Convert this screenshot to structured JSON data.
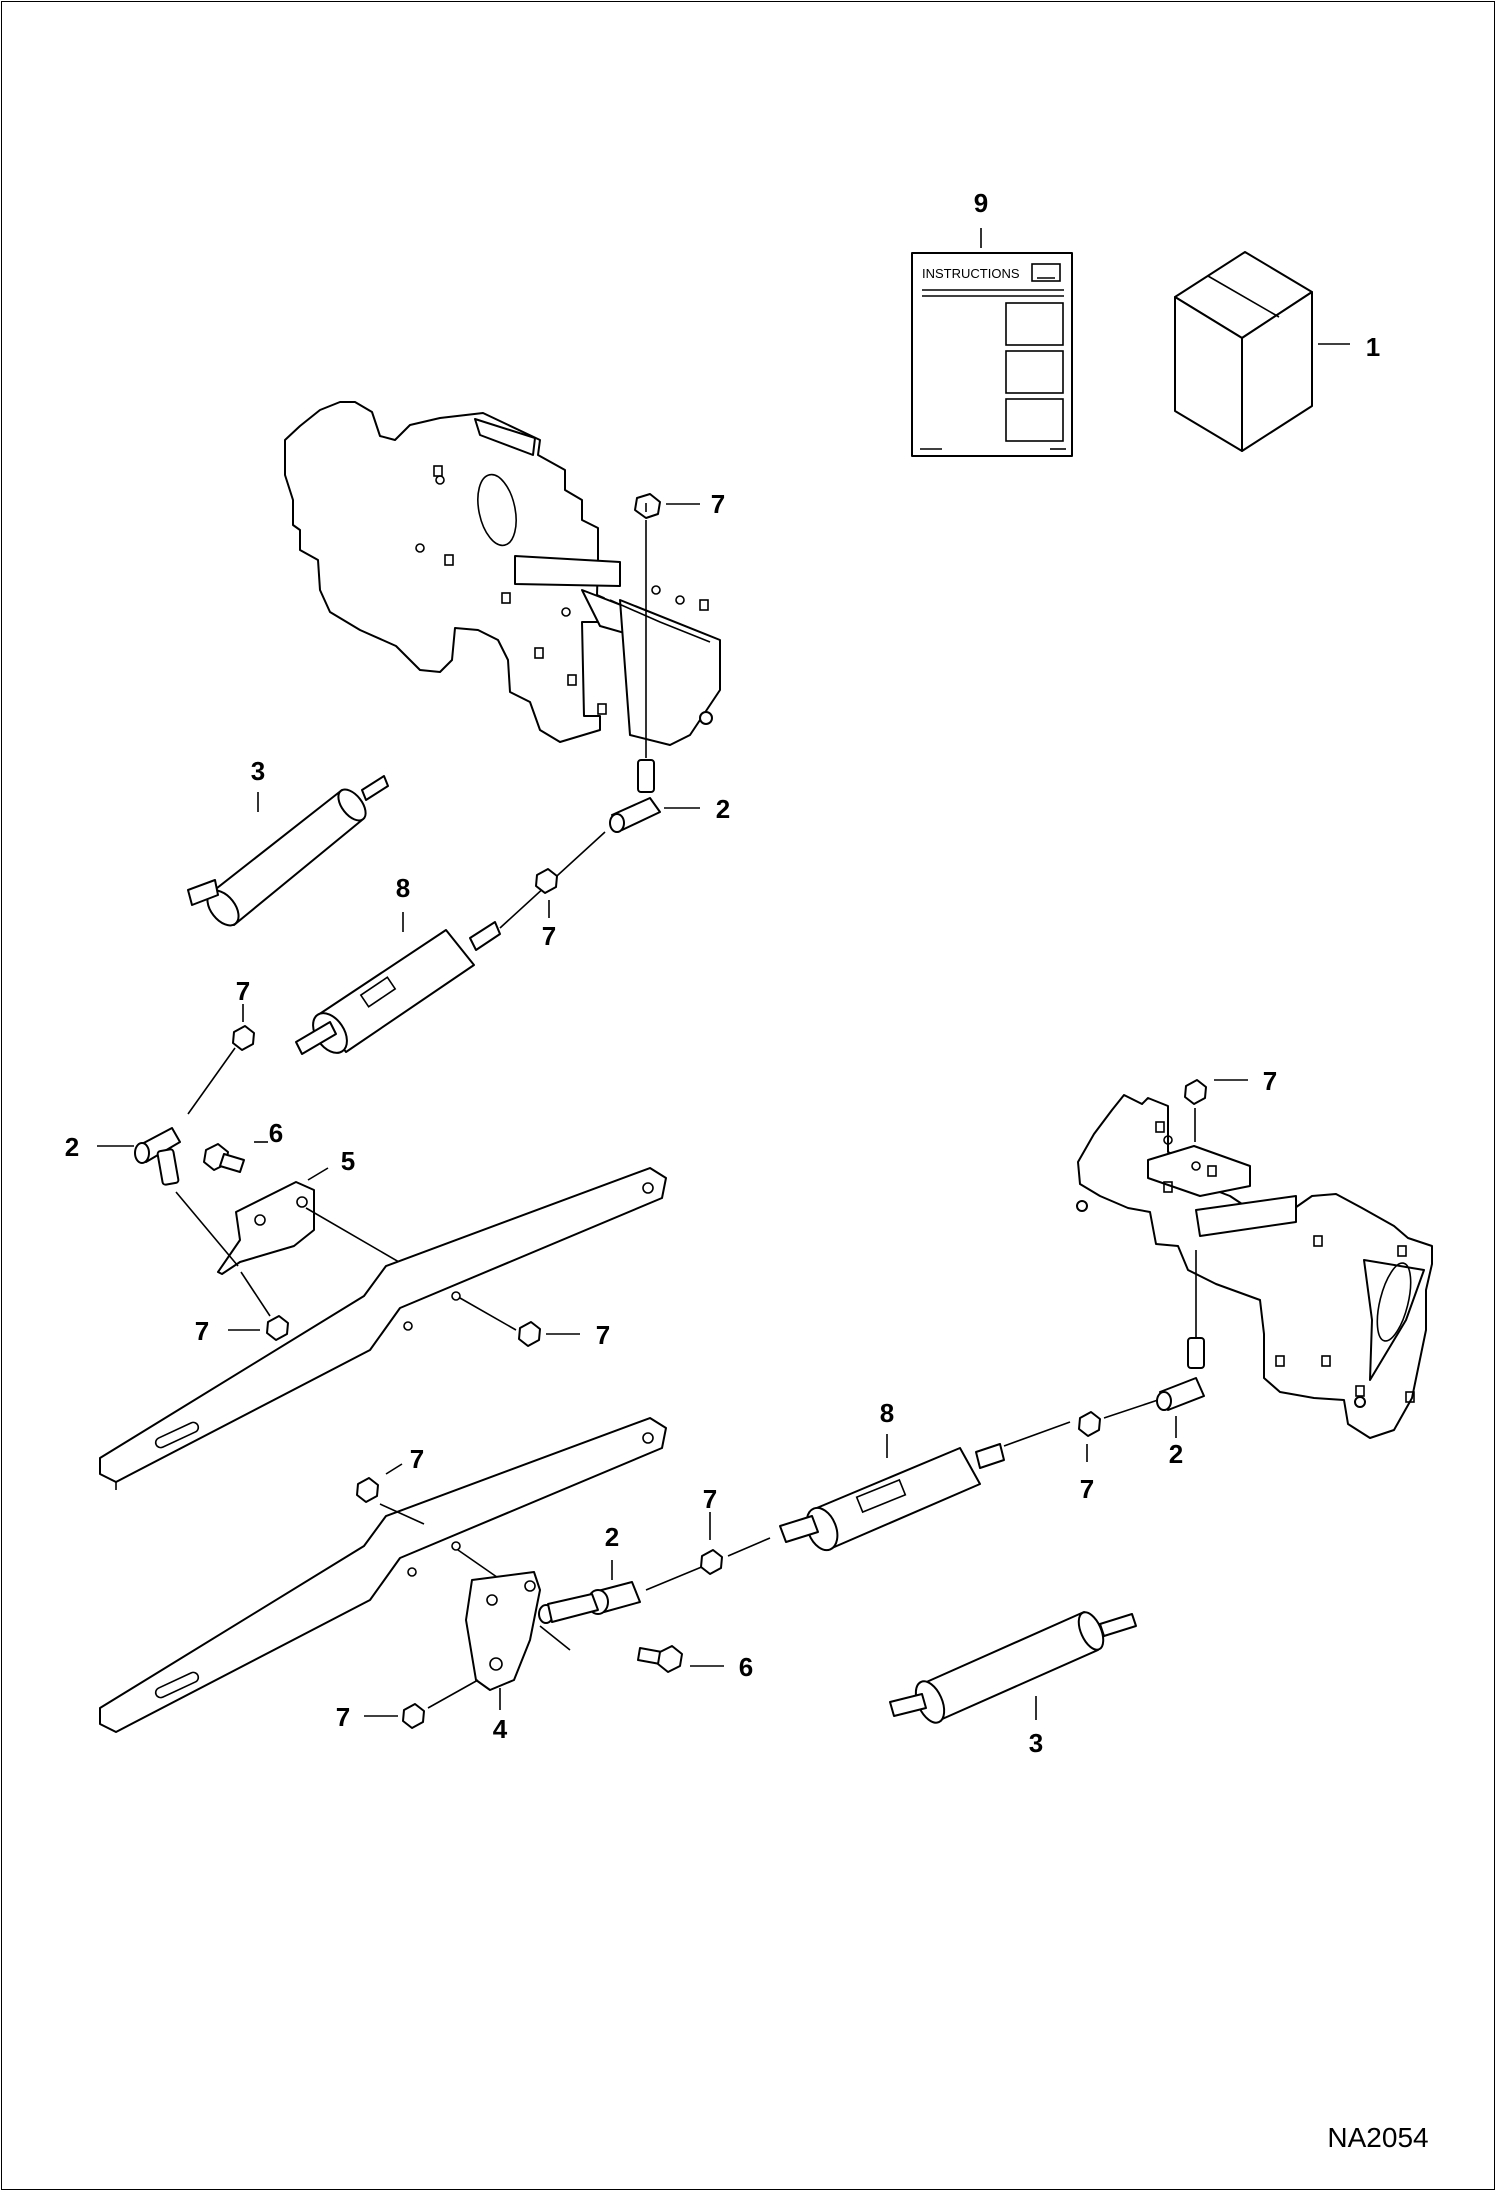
{
  "diagram": {
    "drawing_id": "NA2054",
    "instruction_sheet_title": "INSTRUCTIONS",
    "callouts": {
      "kit_box": "1",
      "ball_joint": "2",
      "damper": "3",
      "bracket_lower": "4",
      "bracket_upper": "5",
      "bolt": "6",
      "nut": "7",
      "cylinder": "8",
      "instructions": "9"
    }
  }
}
